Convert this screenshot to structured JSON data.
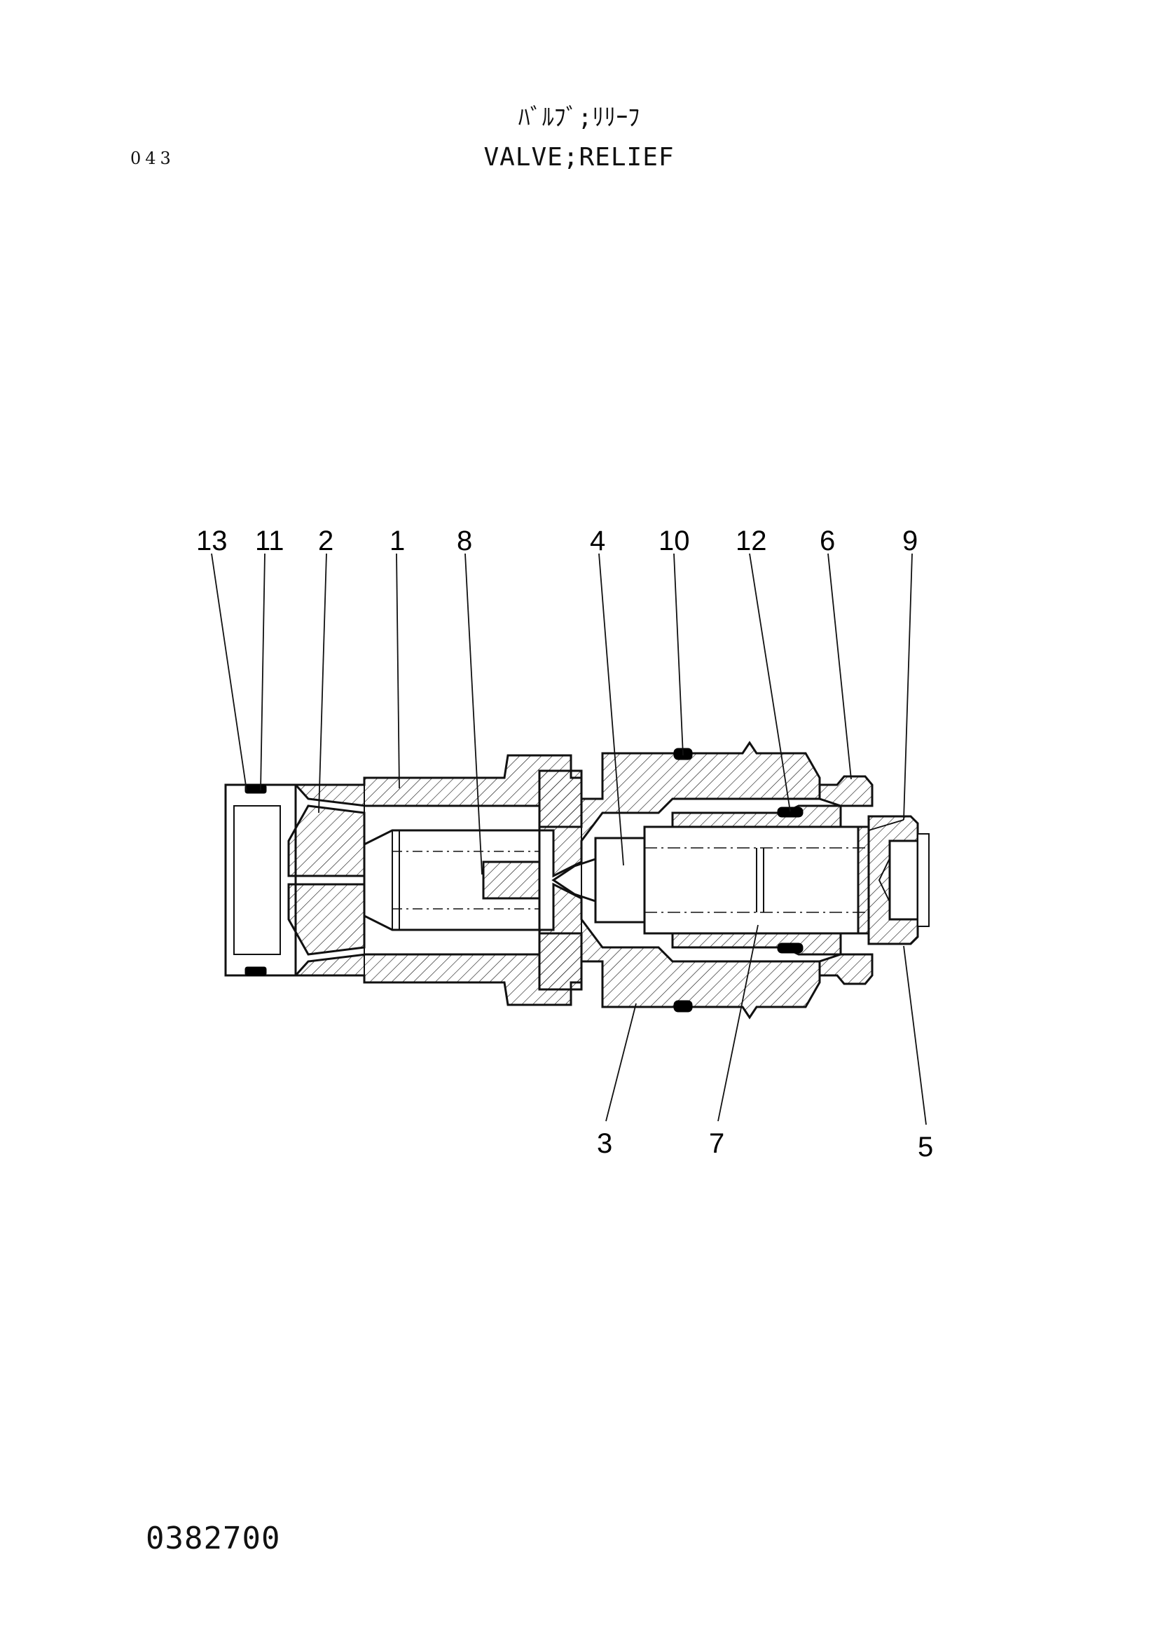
{
  "header": {
    "page_number": "043",
    "title_jp": "ﾊﾞﾙﾌﾞ;ﾘﾘｰﾌ",
    "title_en": "VALVE;RELIEF"
  },
  "diagram": {
    "callouts": [
      {
        "id": "13"
      },
      {
        "id": "11"
      },
      {
        "id": "2"
      },
      {
        "id": "1"
      },
      {
        "id": "8"
      },
      {
        "id": "4"
      },
      {
        "id": "10"
      },
      {
        "id": "12"
      },
      {
        "id": "6"
      },
      {
        "id": "9"
      },
      {
        "id": "3"
      },
      {
        "id": "7"
      },
      {
        "id": "5"
      }
    ]
  },
  "footer": {
    "drawing_number": "0382700"
  },
  "colors": {
    "ink": "#111111",
    "seal": "#000000",
    "background": "#ffffff"
  }
}
